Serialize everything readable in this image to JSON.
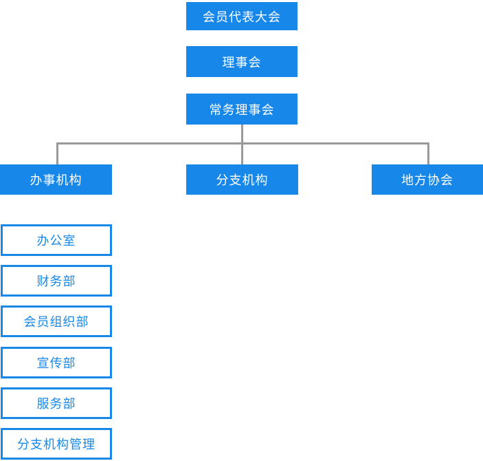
{
  "colors": {
    "node_fill": "#1788E9",
    "node_text": "#FFFFFF",
    "outline_border": "#1788E9",
    "outline_text": "#1788E9",
    "connector": "#999999",
    "background": "#FFFFFF"
  },
  "org_chart": {
    "top_chain": [
      {
        "id": "member-assembly",
        "label": "会员代表大会"
      },
      {
        "id": "council",
        "label": "理事会"
      },
      {
        "id": "standing-council",
        "label": "常务理事会"
      }
    ],
    "branches": [
      {
        "id": "office-agencies",
        "label": "办事机构"
      },
      {
        "id": "branch-organizations",
        "label": "分支机构"
      },
      {
        "id": "local-associations",
        "label": "地方协会"
      }
    ],
    "departments": [
      {
        "id": "general-office",
        "label": "办公室"
      },
      {
        "id": "finance-department",
        "label": "财务部"
      },
      {
        "id": "membership-organization",
        "label": "会员组织部"
      },
      {
        "id": "publicity-department",
        "label": "宣传部"
      },
      {
        "id": "service-department",
        "label": "服务部"
      },
      {
        "id": "branch-management",
        "label": "分支机构管理"
      }
    ]
  }
}
